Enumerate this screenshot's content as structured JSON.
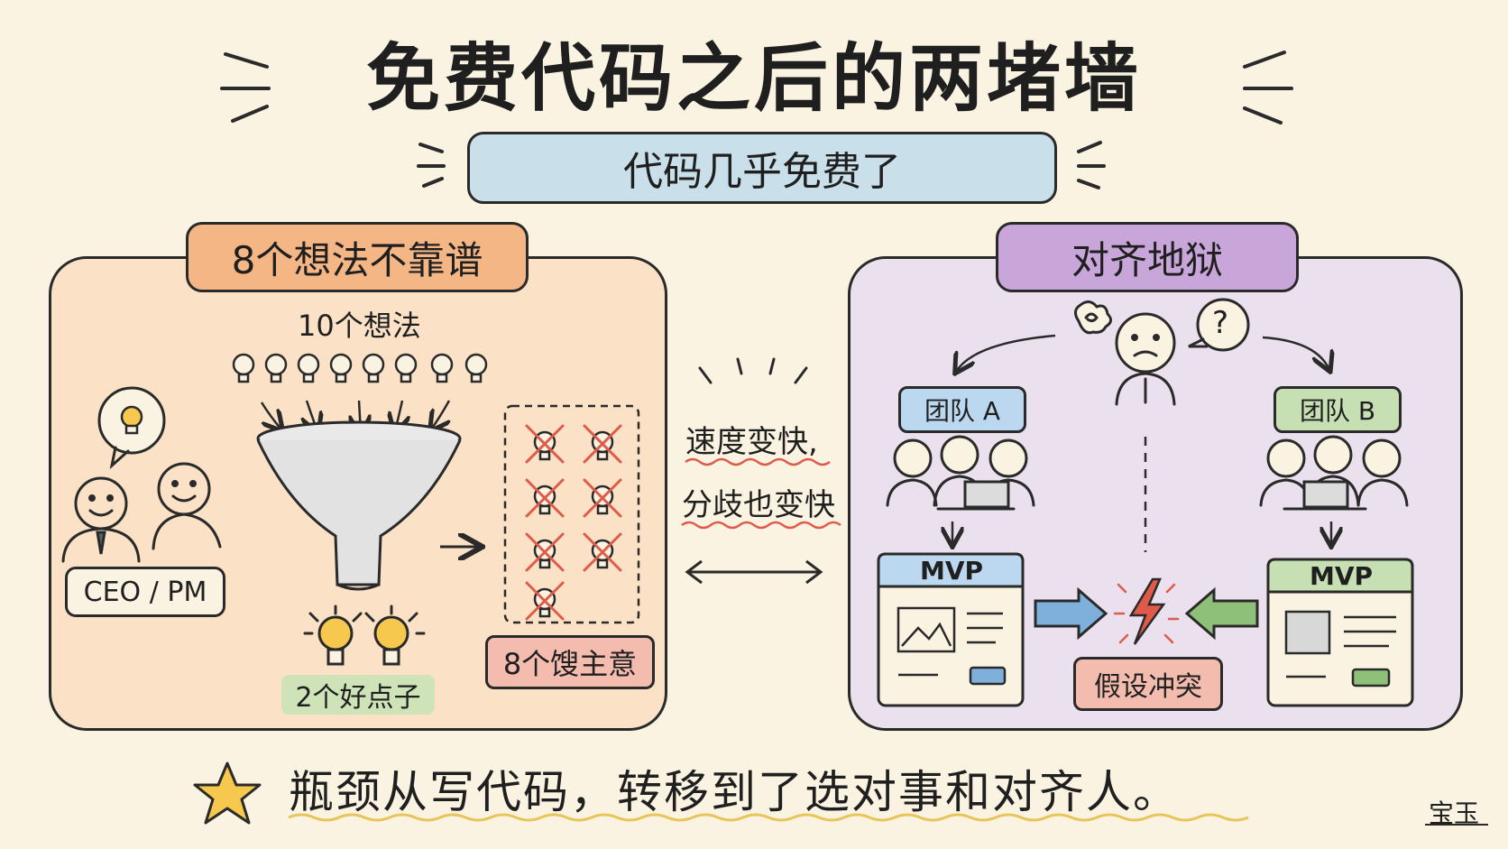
{
  "title": "免费代码之后的两堵墙",
  "subtitle": "代码几乎免费了",
  "left_panel": {
    "header": "8个想法不靠谱",
    "ideas_label": "10个想法",
    "role_label": "CEO / PM",
    "good_label": "2个好点子",
    "bad_label": "8个馊主意"
  },
  "middle": {
    "line1": "速度变快,",
    "line2": "分歧也变快"
  },
  "right_panel": {
    "header": "对齐地狱",
    "team_a": "团队 A",
    "team_b": "团队 B",
    "mvp_a": "MVP",
    "mvp_b": "MVP",
    "conflict_label": "假设冲突",
    "question_mark": "?"
  },
  "conclusion": "瓶颈从写代码，转移到了选对事和对齐人。",
  "signature": "宝玉",
  "colors": {
    "background": "#fbf3e2",
    "left_panel": "#fbe2c6",
    "right_panel": "#ebe1ee",
    "accent_orange": "#f5b686",
    "accent_purple": "#c9a6da",
    "accent_blue": "#c9dfe9",
    "good_green": "#cfe3b8",
    "bad_red": "#f4bcae",
    "cross_red": "#e05a4a",
    "bulb_yellow": "#f6c94e"
  }
}
